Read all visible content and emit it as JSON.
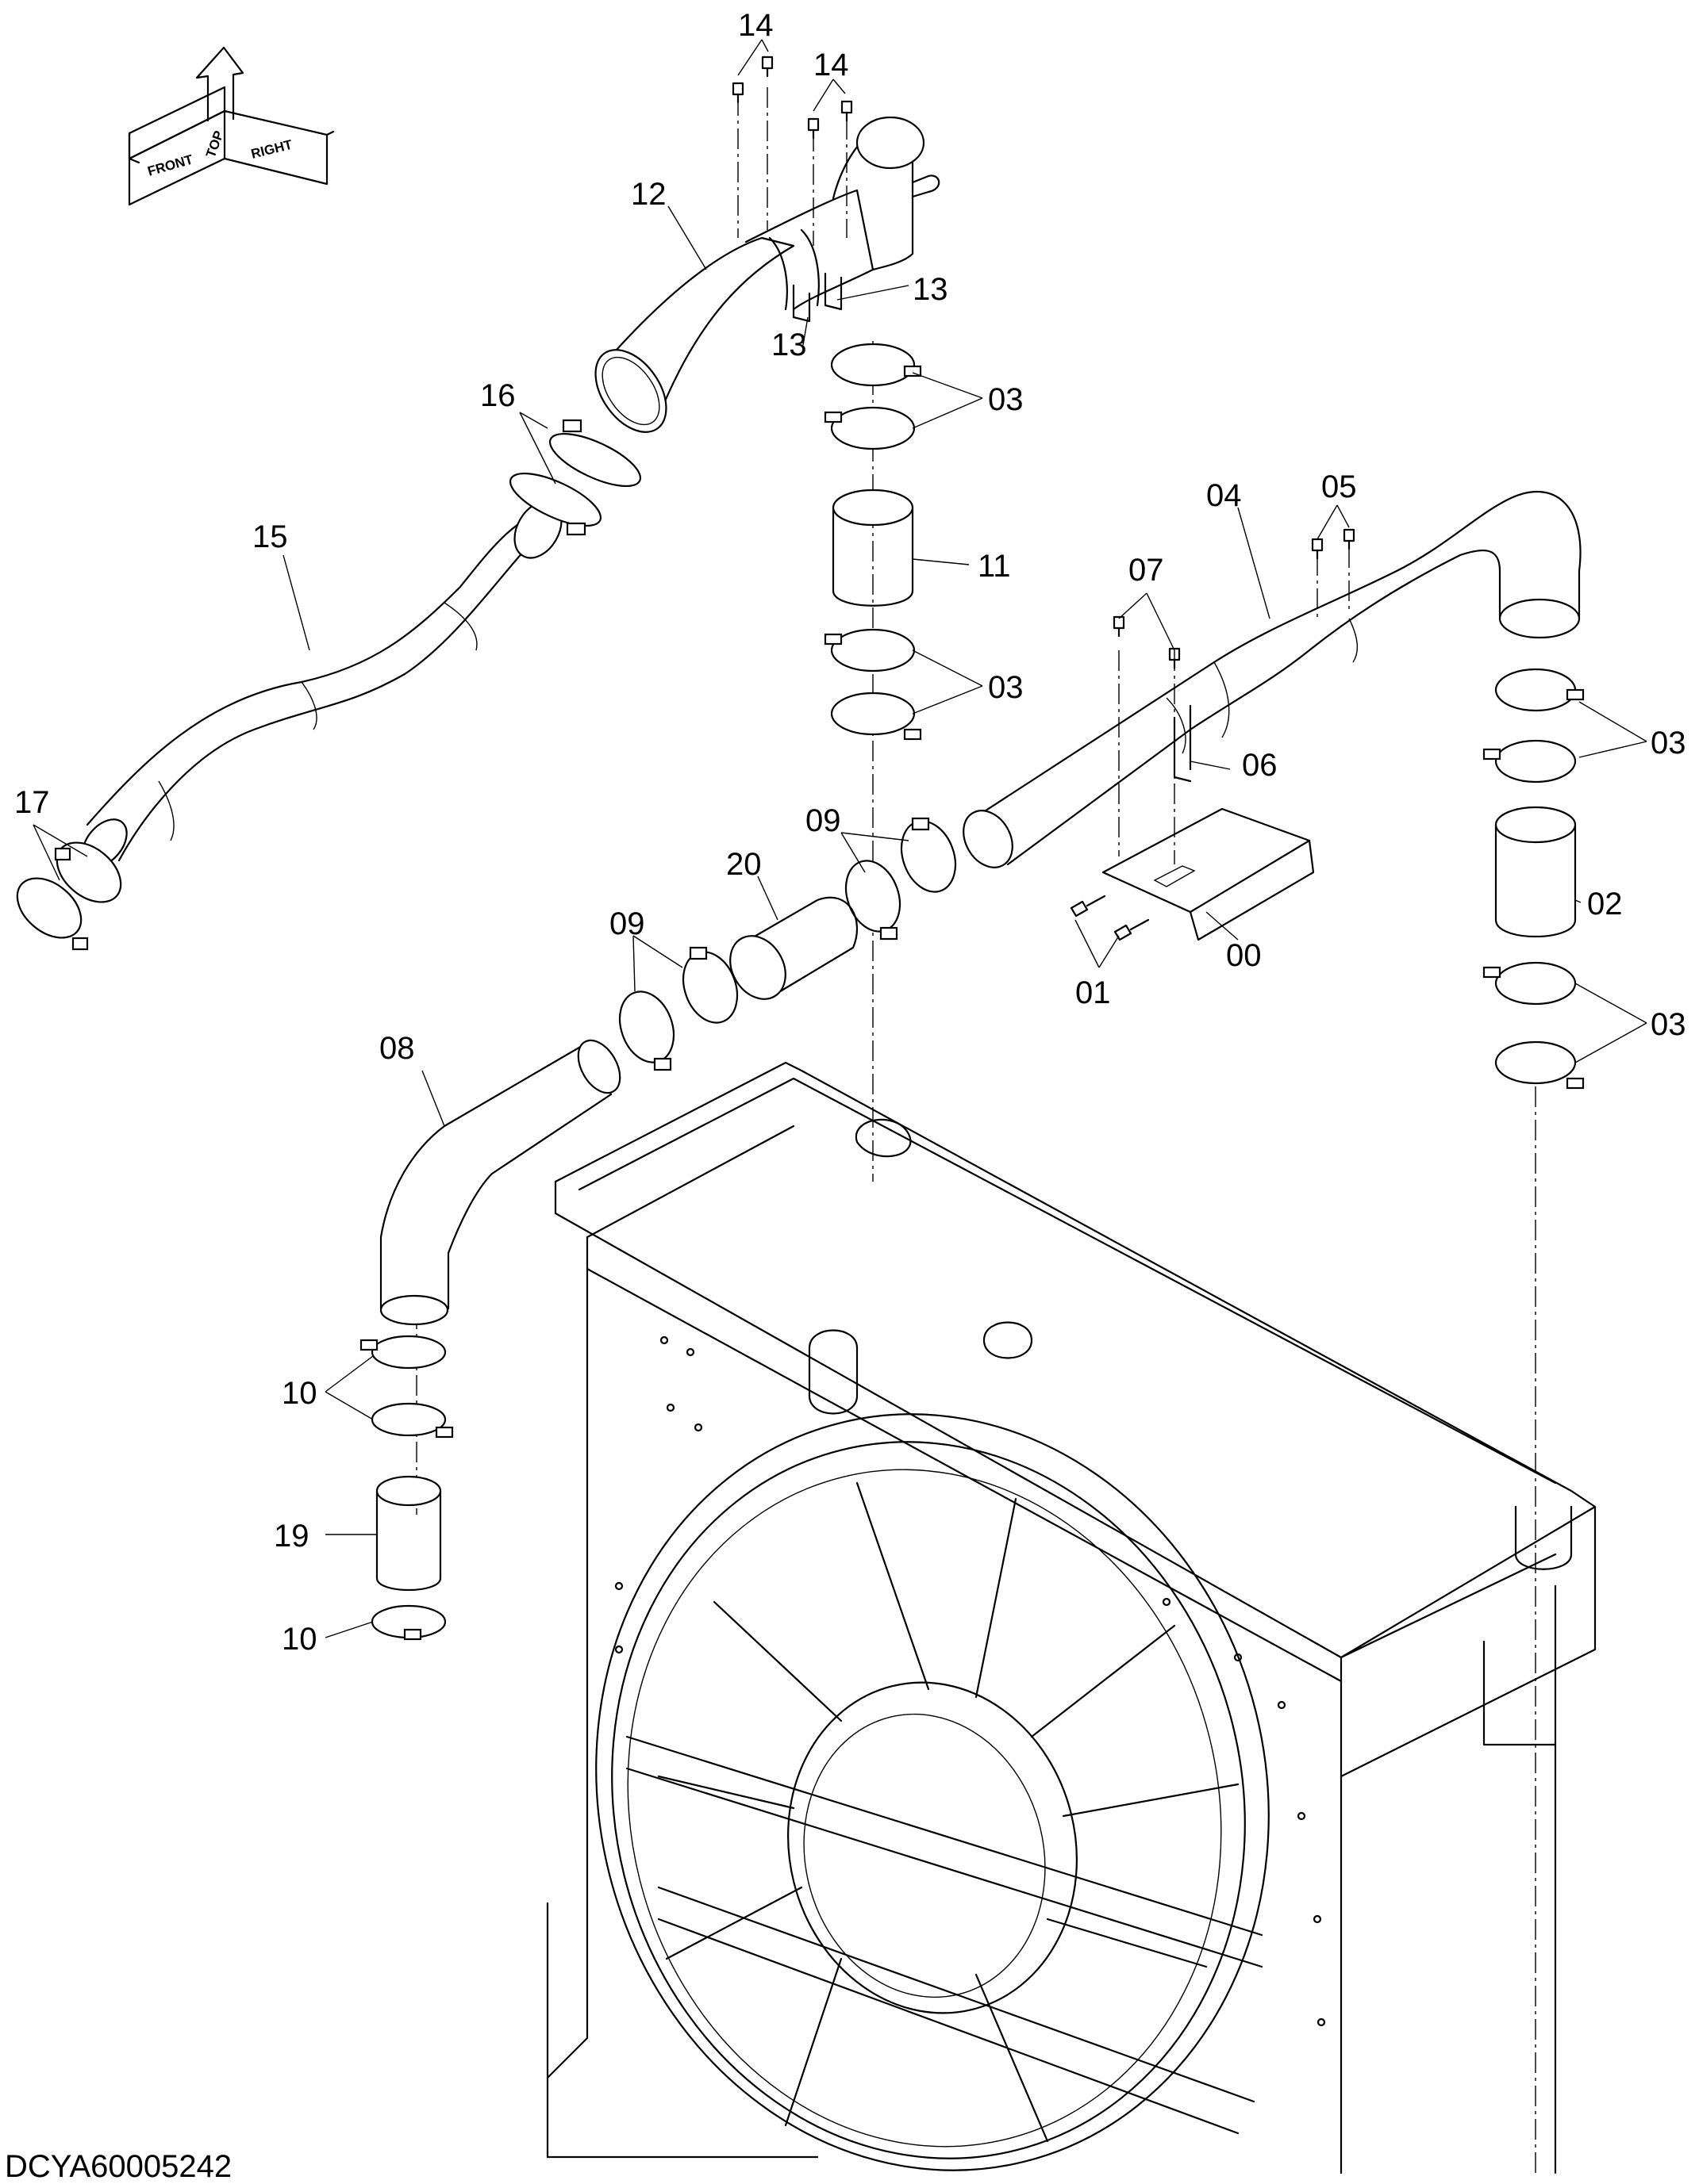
{
  "drawing_code": "DCYA60005242",
  "orientation": {
    "front": "FRONT",
    "top": "TOP",
    "right": "RIGHT"
  },
  "callouts": [
    "14",
    "14",
    "12",
    "13",
    "13",
    "03",
    "16",
    "04",
    "05",
    "11",
    "15",
    "07",
    "03",
    "03",
    "06",
    "17",
    "09",
    "20",
    "02",
    "00",
    "09",
    "01",
    "03",
    "08",
    "10",
    "19",
    "10"
  ]
}
